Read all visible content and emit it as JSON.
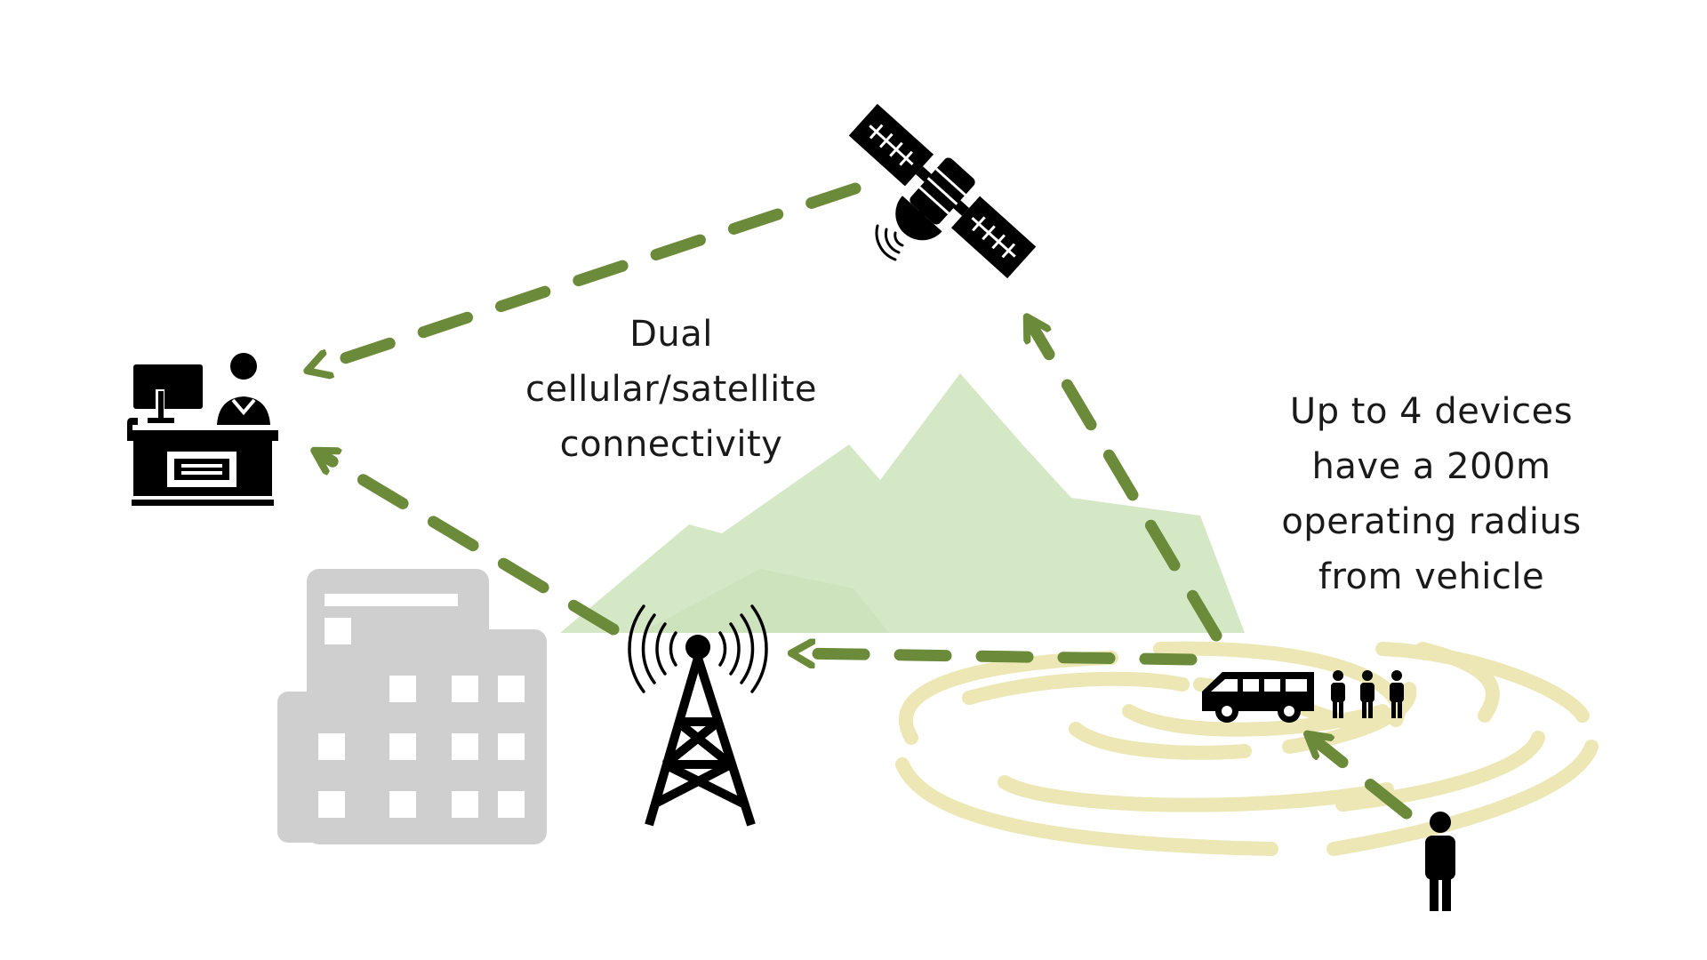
{
  "captions": {
    "connectivity": [
      "Dual",
      "cellular/satellite",
      "connectivity"
    ],
    "devices": [
      "Up to 4 devices",
      "have a 200m",
      "operating radius",
      "from vehicle"
    ]
  },
  "icons": {
    "control_center": "dispatcher-desk-icon",
    "satellite": "satellite-icon",
    "cell_tower": "cell-tower-icon",
    "vehicle": "van-icon",
    "group": "people-group-icon",
    "person": "person-icon",
    "buildings": "city-buildings-icon",
    "mountains": "mountain-range-icon"
  },
  "colors": {
    "arrow": "#6b8a3a",
    "mountain": "#d4e8c6",
    "range_rings": "#ece7b4",
    "buildings": "#cfcfcf",
    "icon": "#000000"
  }
}
